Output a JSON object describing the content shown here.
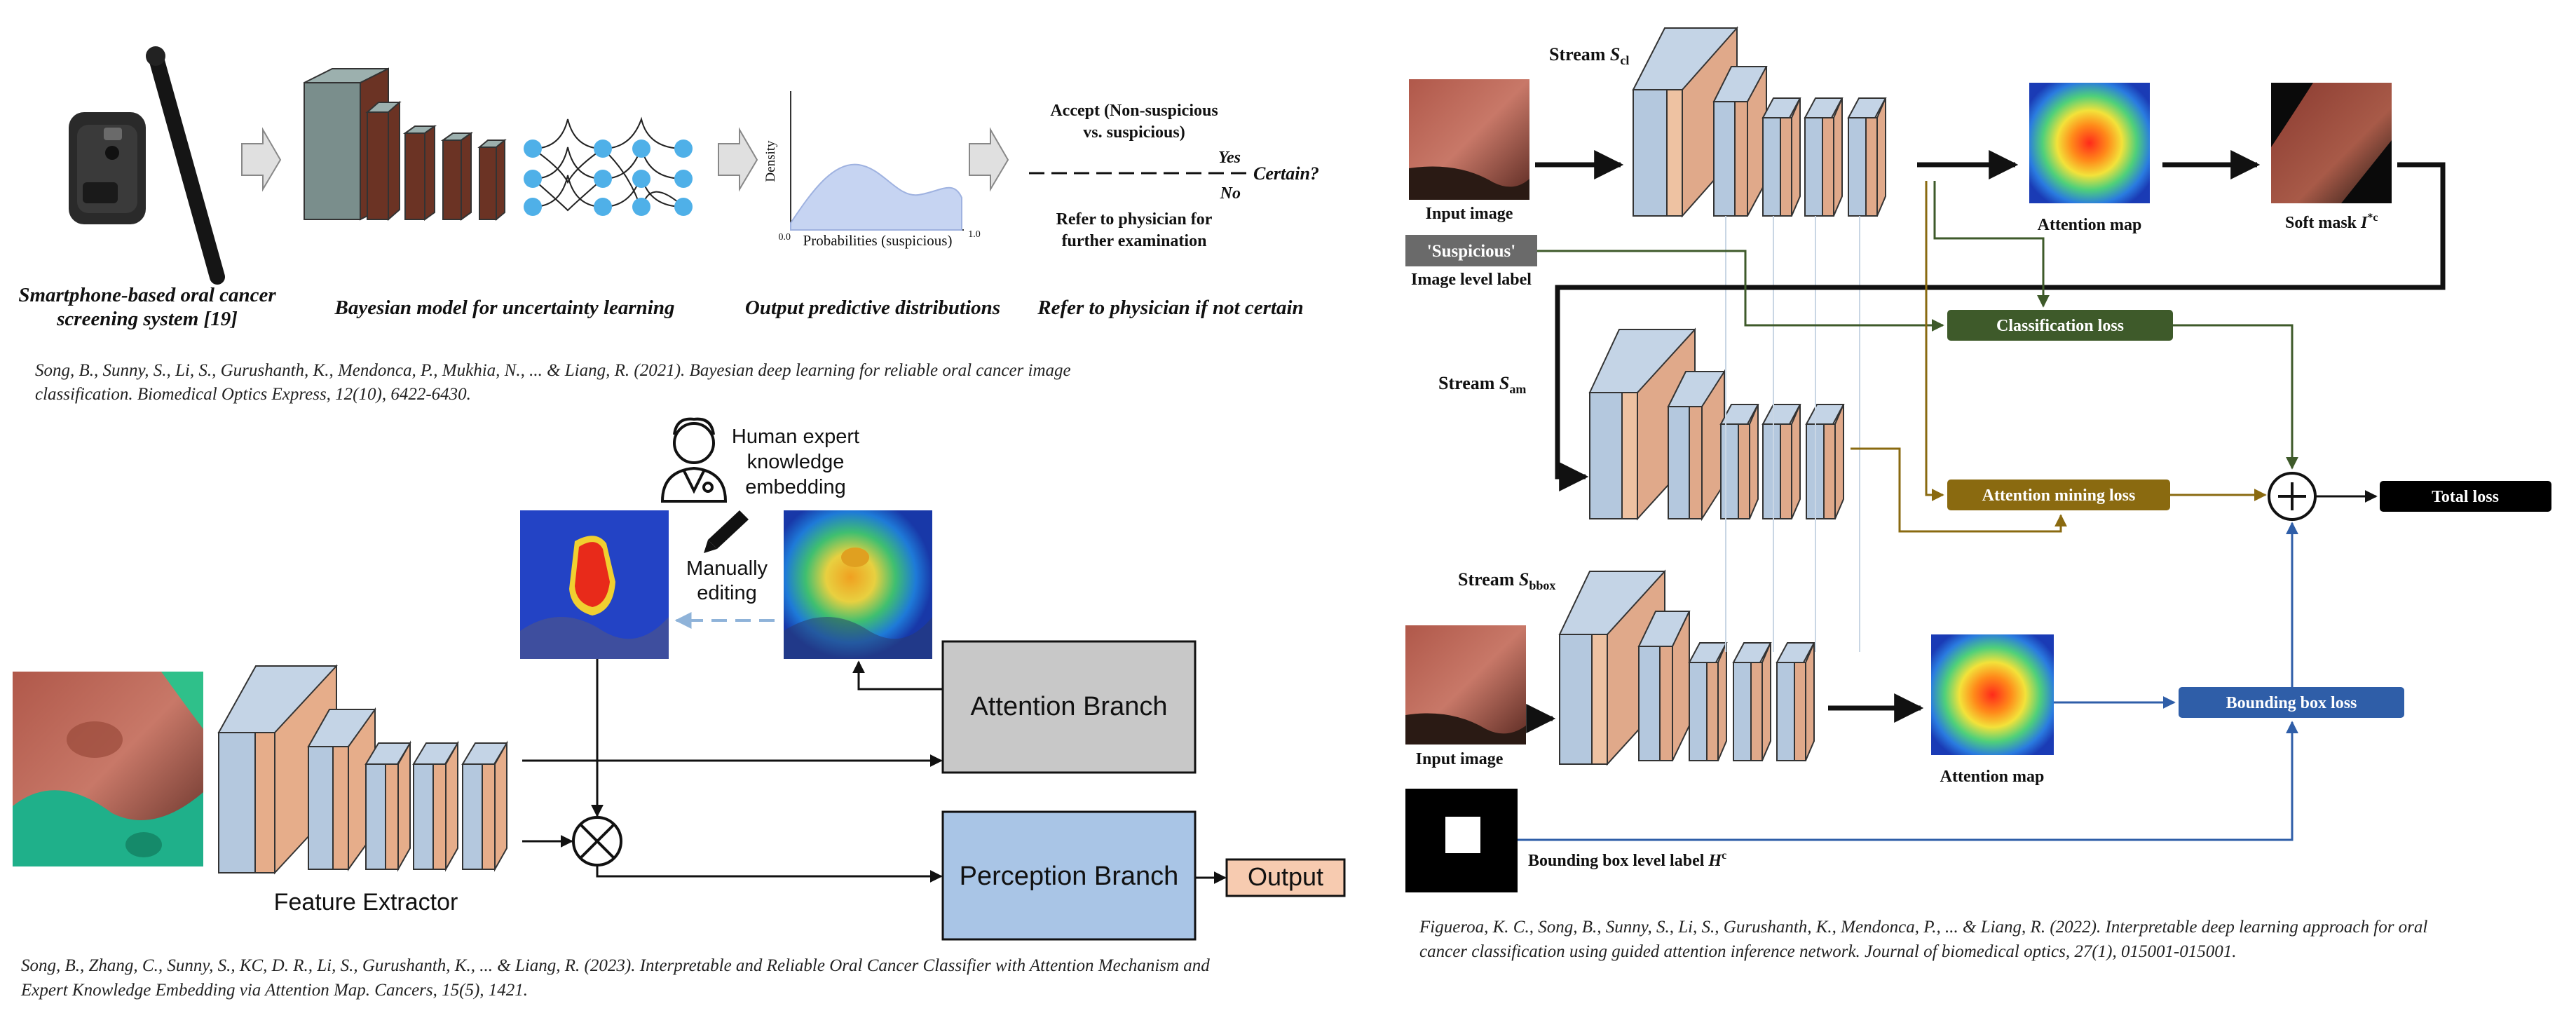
{
  "panel_a": {
    "device_caption_l1": "Smartphone-based oral cancer",
    "device_caption_l2": "screening system [19]",
    "bayes_caption": "Bayesian model for uncertainty learning",
    "output_caption": "Output predictive distributions",
    "refer_caption": "Refer to physician if not certain",
    "density_axis": "Density",
    "prob_axis": "Probabilities (suspicious)",
    "tick_min": "0.0",
    "tick_max": "1.0",
    "accept_l1": "Accept (Non-suspicious",
    "accept_l2": "vs. suspicious)",
    "yes": "Yes",
    "no": "No",
    "certain": "Certain?",
    "refer_l1": "Refer to physician for",
    "refer_l2": "further examination",
    "citation_l1": "Song, B., Sunny, S., Li, S., Gurushanth, K., Mendonca, P., Mukhia, N., ... & Liang, R. (2021). Bayesian deep learning for reliable oral cancer image",
    "citation_l2": "classification. Biomedical Optics Express, 12(10), 6422-6430."
  },
  "panel_b": {
    "expert_l1": "Human expert",
    "expert_l2": "knowledge",
    "expert_l3": "embedding",
    "manual_l1": "Manually",
    "manual_l2": "editing",
    "attention_branch": "Attention Branch",
    "perception_branch": "Perception Branch",
    "output": "Output",
    "feature_extractor": "Feature Extractor",
    "citation_l1": "Song, B., Zhang, C., Sunny, S., KC, D. R., Li, S., Gurushanth, K., ... & Liang, R. (2023). Interpretable and Reliable Oral Cancer Classifier with Attention Mechanism and",
    "citation_l2": "Expert Knowledge Embedding via Attention Map. Cancers, 15(5), 1421."
  },
  "panel_c": {
    "stream_prefix": "Stream ",
    "stream_s": "S",
    "stream_cl_sub": "cl",
    "stream_am_sub": "am",
    "stream_bbox_sub": "bbox",
    "input_image": "Input image",
    "attention_map": "Attention map",
    "soft_mask_prefix": "Soft mask ",
    "soft_mask_var": "I",
    "soft_mask_sup": "*c",
    "suspicious": "'Suspicious'",
    "image_level_label": "Image level label",
    "classification_loss": "Classification loss",
    "attention_mining_loss": "Attention mining loss",
    "bounding_box_loss": "Bounding box loss",
    "total_loss": "Total loss",
    "plus": "+",
    "bbox_label_prefix": "Bounding box level label ",
    "bbox_label_var": "H",
    "bbox_label_sup": "c",
    "citation_l1": "Figueroa, K. C., Song, B., Sunny, S., Li, S., Gurushanth, K., Mendonca, P., ... & Liang, R. (2022). Interpretable deep learning approach for oral",
    "citation_l2": "cancer classification using guided attention inference network. Journal of biomedical optics, 27(1), 015001-015001."
  },
  "colors": {
    "cls_loss": "#3e5a2a",
    "am_loss": "#8a6a10",
    "bbox_loss": "#2f5ea8",
    "attention_branch": "#c8c8c8",
    "perception_branch": "#a9c5e6",
    "output": "#f7cbb0"
  }
}
